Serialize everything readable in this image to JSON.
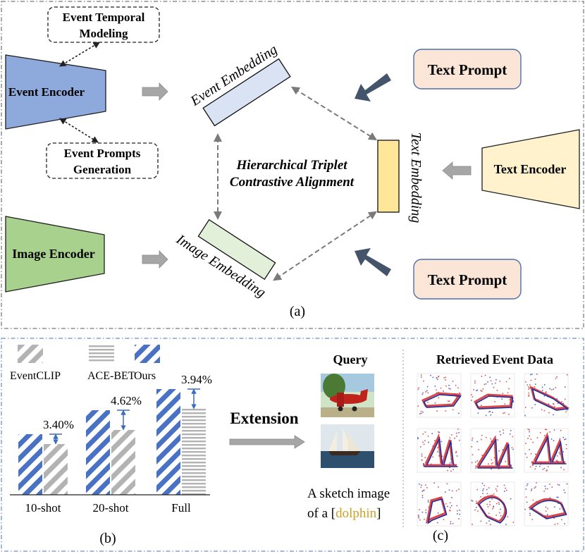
{
  "panel_a": {
    "event_temporal_line1": "Event Temporal",
    "event_temporal_line2": "Modeling",
    "event_encoder": "Event Encoder",
    "event_prompts_line1": "Event Prompts",
    "event_prompts_line2": "Generation",
    "image_encoder": "Image Encoder",
    "event_embedding": "Event Embedding",
    "image_embedding": "Image Embedding",
    "text_embedding": "Text Embedding",
    "center_line1": "Hierarchical Triplet",
    "center_line2": "Contrastive Alignment",
    "text_prompt_top": "Text Prompt",
    "text_prompt_bottom": "Text Prompt",
    "text_encoder": "Text Encoder",
    "caption": "(a)"
  },
  "panel_b": {
    "legend": [
      "EventCLIP",
      "ACE-BET",
      "Ours"
    ],
    "extension": "Extension",
    "caption": "(b)",
    "colors": {
      "ours": "#4a72c4",
      "eventclip": "#b0b0b0",
      "acebet": "#b0b0b0"
    },
    "chart_data": {
      "type": "bar",
      "categories": [
        "10-shot",
        "20-shot",
        "Full"
      ],
      "series": [
        {
          "name": "Ours",
          "values": [
            86,
            120,
            150
          ]
        },
        {
          "name": "EventCLIP",
          "values": [
            72,
            92
          ]
        },
        {
          "name": "ACE-BET",
          "values": [
            null,
            null,
            122
          ]
        }
      ],
      "annotations": [
        "3.40%",
        "4.62%",
        "3.94%"
      ]
    }
  },
  "panel_c": {
    "query_title": "Query",
    "retrieved_title": "Retrieved Event Data",
    "sketch_line1": "A sketch image",
    "sketch_line2_prefix": "of a [",
    "sketch_word": "dolphin",
    "sketch_line2_suffix": "]",
    "caption": "(c)"
  }
}
